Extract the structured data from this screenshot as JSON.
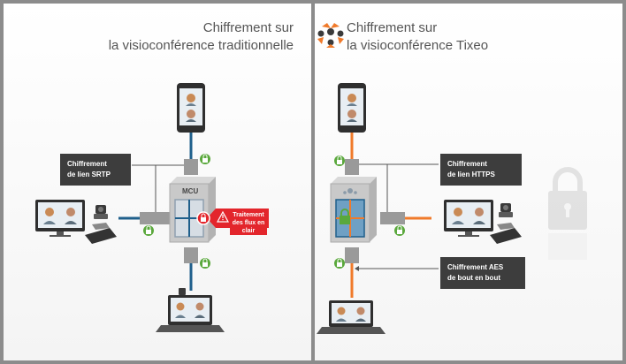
{
  "left": {
    "title_line1": "Chiffrement sur",
    "title_line2": "la visioconférence traditionnelle",
    "callout_line1": "Chiffrement",
    "callout_line2": "de lien SRTP",
    "mcu_label": "MCU",
    "alert_line1": "Traitement",
    "alert_line2": "des flux en clair"
  },
  "right": {
    "title_line1": "Chiffrement sur",
    "title_line2": "la visioconférence Tixeo",
    "callout_https_line1": "Chiffrement",
    "callout_https_line2": "de lien HTTPS",
    "callout_aes_line1": "Chiffrement AES",
    "callout_aes_line2": "de bout en bout"
  },
  "colors": {
    "accent_orange": "#f07a2a",
    "lock_green": "#5aa83c",
    "alert_red": "#e3262c",
    "line_blue": "#1f5f8b",
    "callout_dark": "#3d3d3d"
  },
  "icons": [
    "phone-icon",
    "monitor-icon",
    "laptop-icon",
    "camera-icon",
    "speakerphone-icon",
    "lock-icon",
    "warning-icon",
    "tixeo-logo",
    "padlock-watermark"
  ]
}
